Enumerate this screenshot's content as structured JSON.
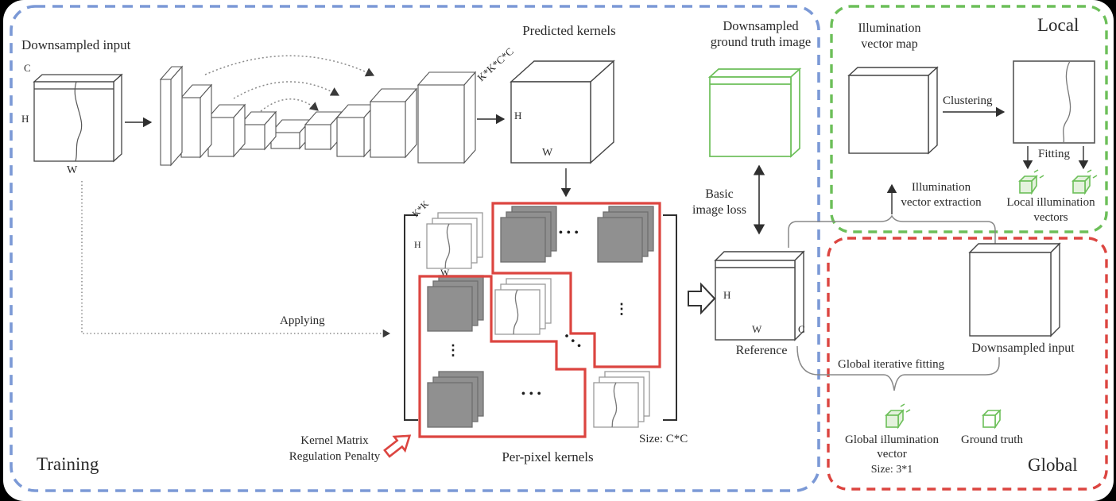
{
  "colors": {
    "training_border": "#7b99d6",
    "local_border": "#6cbf59",
    "global_border": "#dc4540",
    "kernel_gray": "#909090",
    "red_outline": "#dc4540",
    "green_stroke": "#6cbf59"
  },
  "training": {
    "label": "Training",
    "downsampled_input": {
      "title": "Downsampled input",
      "c": "C",
      "h": "H",
      "w": "W"
    },
    "applying_label": "Applying",
    "predicted_kernels": {
      "title": "Predicted kernels",
      "depth": "K*K*C*C",
      "h": "H",
      "w": "W"
    },
    "kernel_matrix": {
      "kk": "K*K",
      "h": "H",
      "w": "W",
      "size_label": "Size: C*C",
      "caption": "Per-pixel kernels",
      "penalty_line1": "Kernel Matrix",
      "penalty_line2": "Regulation Penalty",
      "hdots": "•••",
      "vdots": "⋮"
    },
    "ground_truth": {
      "line1": "Downsampled",
      "line2": "ground truth image"
    },
    "loss": {
      "line1": "Basic",
      "line2": "image loss"
    },
    "reference": {
      "title": "Reference",
      "h": "H",
      "w": "W",
      "c": "C"
    }
  },
  "extraction": {
    "line1": "Illumination",
    "line2": "vector extraction"
  },
  "local": {
    "label": "Local",
    "vector_map": {
      "line1": "Illumination",
      "line2": "vector map"
    },
    "clustering_label": "Clustering",
    "fitting_label": "Fitting",
    "vectors_caption": {
      "line1": "Local illumination",
      "line2": "vectors"
    }
  },
  "global": {
    "label": "Global",
    "downsampled_input_label": "Downsampled input",
    "fitting_label": "Global iterative fitting",
    "vector_caption": {
      "line1": "Global illumination",
      "line2": "vector",
      "line3": "Size: 3*1"
    },
    "ground_truth_label": "Ground truth"
  }
}
